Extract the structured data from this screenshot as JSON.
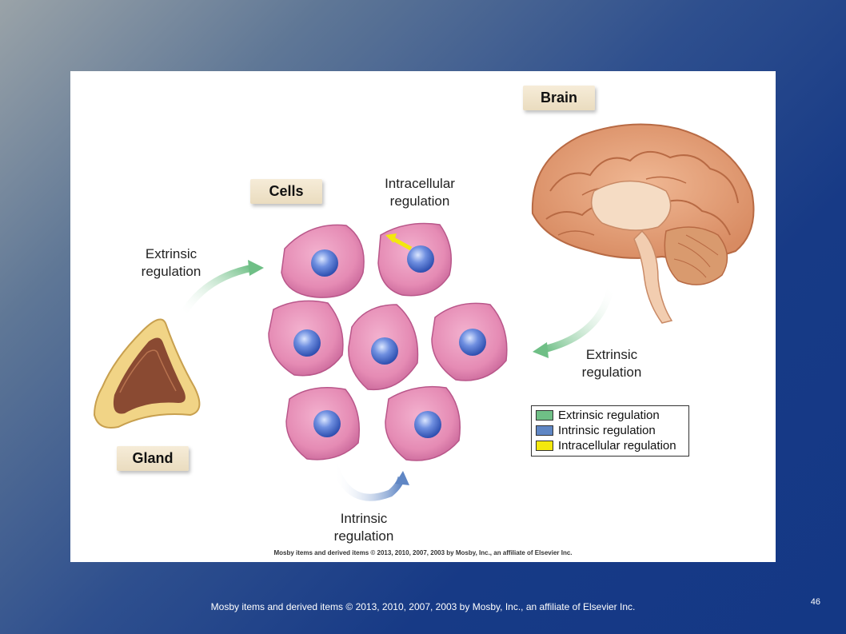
{
  "figure": {
    "tags": {
      "brain": "Brain",
      "cells": "Cells",
      "gland": "Gland"
    },
    "labels": {
      "intracellular": "Intracellular\nregulation",
      "extrinsic_left": "Extrinsic\nregulation",
      "extrinsic_right": "Extrinsic\nregulation",
      "intrinsic": "Intrinsic\nregulation"
    },
    "legend": [
      {
        "label": "Extrinsic regulation",
        "color": "#6fbf86"
      },
      {
        "label": "Intrinsic regulation",
        "color": "#5f86c4"
      },
      {
        "label": "Intracellular regulation",
        "color": "#f3e80e"
      }
    ],
    "credit": "Mosby items and derived items © 2013, 2010, 2007, 2003 by Mosby, Inc., an affiliate of Elsevier Inc."
  },
  "footer": {
    "text": "Mosby items and derived items © 2013, 2010, 2007, 2003 by Mosby, Inc., an affiliate of Elsevier Inc.",
    "slide_number": "46"
  }
}
